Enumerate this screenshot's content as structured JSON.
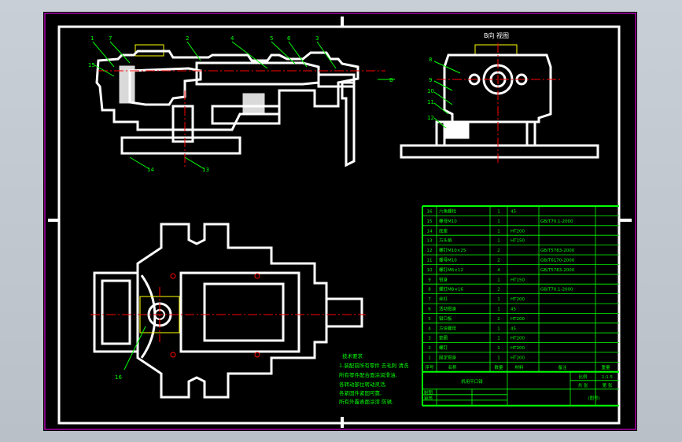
{
  "colors": {
    "background": "#000000",
    "outline": "#ffffff",
    "sheet_border": "#ff00ff",
    "table_lines": "#00ff00",
    "table_text": "#00ff00",
    "center_lines": "#ff0000",
    "leaders": "#00ff00",
    "highlight": "#ffff00"
  },
  "view_title": "B向 视图",
  "section_label": "B",
  "callouts_front": [
    "1",
    "7",
    "2",
    "4",
    "5",
    "6",
    "3",
    "15"
  ],
  "callouts_bottom": [
    "14",
    "13"
  ],
  "callouts_side": [
    "8",
    "9",
    "10",
    "11",
    "12"
  ],
  "callouts_plan": [
    "16"
  ],
  "tech_requirements": {
    "title": "技术要求",
    "lines": [
      "1.装配前所有零件 去毛刺 清洗",
      "  所有零件配合面涂润滑油,",
      "  各转动部位转动灵活,",
      "  各紧固件紧固可靠,",
      "  所有外露表面涂漆 防锈."
    ]
  },
  "bom_rows": [
    {
      "no": "16",
      "name": "六角螺栓",
      "qty": "1",
      "material": "45",
      "std": ""
    },
    {
      "no": "15",
      "name": "螺母M10",
      "qty": "1",
      "material": "",
      "std": "GB/T70.1-2000"
    },
    {
      "no": "14",
      "name": "底座",
      "qty": "1",
      "material": "HT200",
      "std": ""
    },
    {
      "no": "13",
      "name": "方头销",
      "qty": "1",
      "material": "HT150",
      "std": ""
    },
    {
      "no": "12",
      "name": "螺钉M10×25",
      "qty": "2",
      "material": "",
      "std": "GB/T5783-2000"
    },
    {
      "no": "11",
      "name": "螺母M10",
      "qty": "2",
      "material": "",
      "std": "GB/T6170-2000"
    },
    {
      "no": "10",
      "name": "螺钉M6×12",
      "qty": "4",
      "material": "",
      "std": "GB/T5783-2000"
    },
    {
      "no": "9",
      "name": "钳身",
      "qty": "1",
      "material": "HT150",
      "std": ""
    },
    {
      "no": "8",
      "name": "螺钉M8×16",
      "qty": "2",
      "material": "",
      "std": "GB/T70.1-2000"
    },
    {
      "no": "7",
      "name": "丝杠",
      "qty": "1",
      "material": "HT200",
      "std": ""
    },
    {
      "no": "6",
      "name": "活动钳身",
      "qty": "1",
      "material": "45",
      "std": ""
    },
    {
      "no": "5",
      "name": "钳口板",
      "qty": "2",
      "material": "HT200",
      "std": ""
    },
    {
      "no": "4",
      "name": "方块螺母",
      "qty": "1",
      "material": "45",
      "std": ""
    },
    {
      "no": "3",
      "name": "垫圈",
      "qty": "1",
      "material": "HT200",
      "std": ""
    },
    {
      "no": "2",
      "name": "螺钉",
      "qty": "1",
      "material": "HT200",
      "std": ""
    },
    {
      "no": "1",
      "name": "固定钳身",
      "qty": "1",
      "material": "HT200",
      "std": ""
    }
  ],
  "bom_header": {
    "no": "序号",
    "name": "名称",
    "qty": "数量",
    "material": "材料",
    "std": "备注",
    "weight": "重量"
  },
  "title_block": {
    "title": "机用平口钳",
    "scale_label": "比例",
    "scale": "1:1.5",
    "sheet_label": "共 张",
    "sheet": "第 张",
    "drawing_label": "制图",
    "check_label": "审核",
    "code": "(图号)"
  }
}
